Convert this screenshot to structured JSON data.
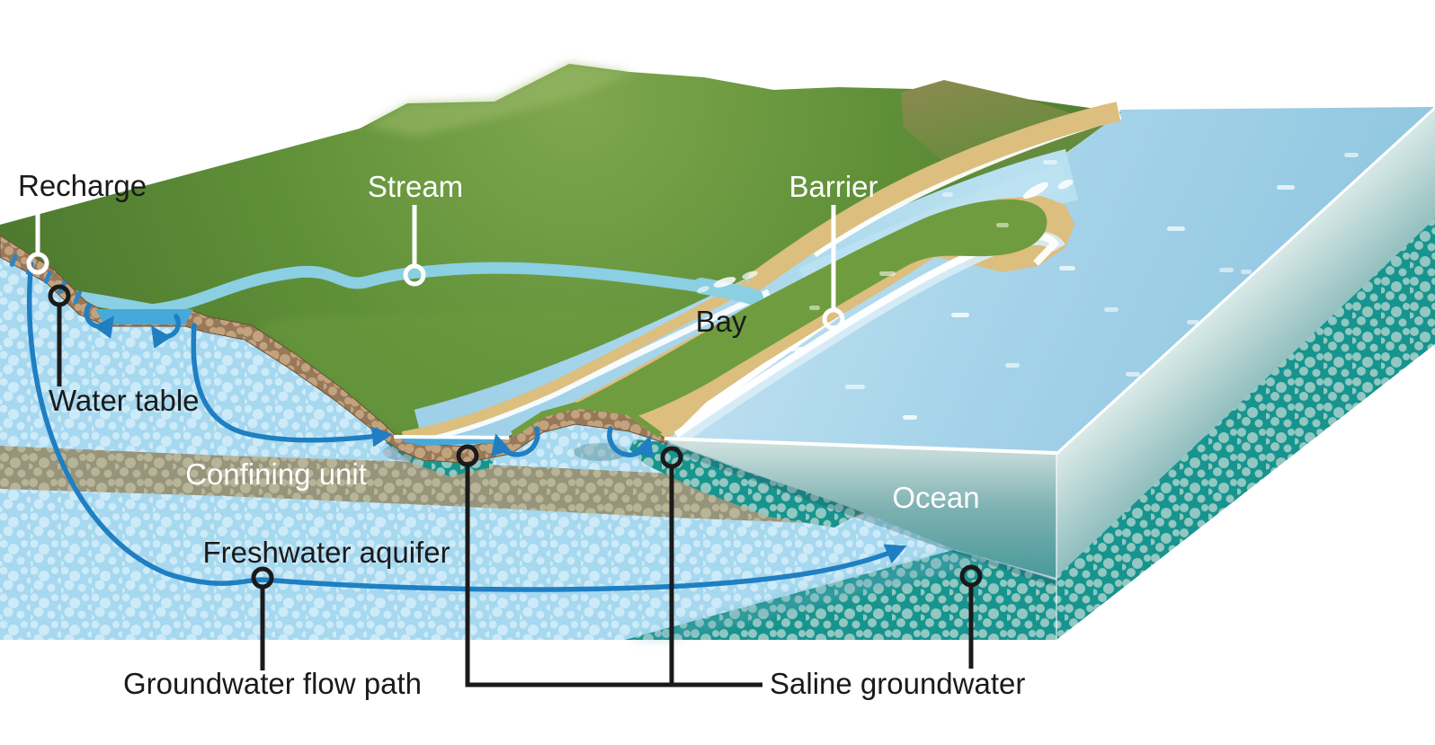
{
  "figure": {
    "type": "block-diagram",
    "subject": "Coastal groundwater system cross-section"
  },
  "labels": {
    "recharge": "Recharge",
    "stream": "Stream",
    "barrier": "Barrier",
    "bay": "Bay",
    "water_table": "Water table",
    "confining_unit": "Confining unit",
    "freshwater_aquifer": "Freshwater aquifer",
    "ocean": "Ocean",
    "groundwater_flow_path": "Groundwater flow path",
    "saline_groundwater": "Saline groundwater"
  },
  "colors": {
    "freshwater_aquifer_fill": "#a6d8ef",
    "aquifer_dot": "#cdeaf8",
    "saline_groundwater_fill": "#17948e",
    "saline_dot": "#92c7c2",
    "confining_unit_fill": "#96947b",
    "confining_dot": "#b8b497",
    "soil_fill": "#97795a",
    "soil_pebble": "#c2a37e",
    "land_green": "#5f9038",
    "sand": "#dcbe7e",
    "ocean_surface": "#a9d6ea",
    "stream_blue": "#8bcfe2",
    "cut_water_blue": "#47a9da",
    "flow_arrow_blue": "#1f7fc2",
    "label_black": "#1a1a1a",
    "label_white": "#ffffff"
  }
}
